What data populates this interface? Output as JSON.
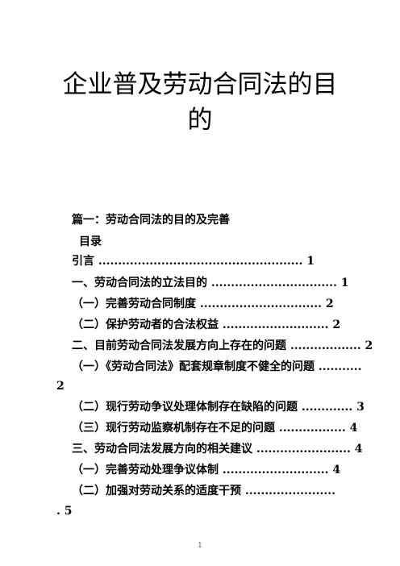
{
  "document": {
    "title_line1": "企业普及劳动合同法的目",
    "title_line2": "的",
    "section_heading": "篇一：劳动合同法的目的及完善",
    "toc_heading": "目录",
    "toc_lines": [
      "引言 .................................................... 1",
      "一、劳动合同法的立法目的 ................................ 1",
      "（一）完善劳动合同制度 ............................... 2",
      "（二）保护劳动者的合法权益 ........................... 2",
      "二、目前劳动合同法发展方向上存在的问题 .................. 2",
      "（一）《劳动合同法》配套规章制度不健全的问题 ...........",
      "2",
      "（二）现行劳动争议处理体制存在缺陷的问题 ............. 3",
      "（三）现行劳动监察机制存在不足的问题 ................. 4",
      "三、劳动合同法发展方向的相关建议 ........................ 4",
      "（一）完善劳动处理争议体制 ........................... 4",
      "（二）加强对劳动关系的适度干预 .......................",
      ". 5"
    ],
    "page_number": "1"
  }
}
